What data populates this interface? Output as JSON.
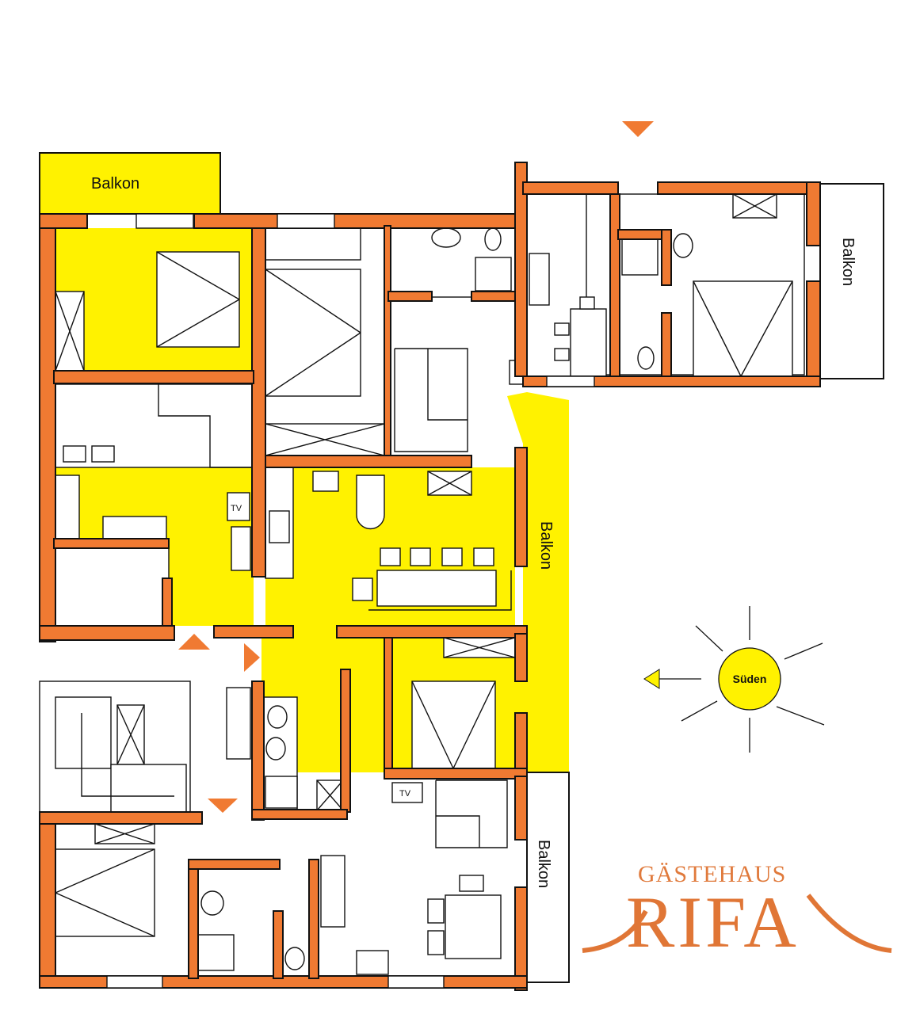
{
  "plan": {
    "balcony_labels": [
      "Balkon",
      "Balkon",
      "Balkon",
      "Balkon"
    ],
    "tv_label": "TV",
    "compass": {
      "label": "Süden"
    }
  },
  "logo": {
    "line1": "GÄSTEHAUS",
    "line2": "RIFA"
  },
  "colors": {
    "wall": "#F07A32",
    "apartment": "#FFF200",
    "marker": "#F07A32"
  }
}
